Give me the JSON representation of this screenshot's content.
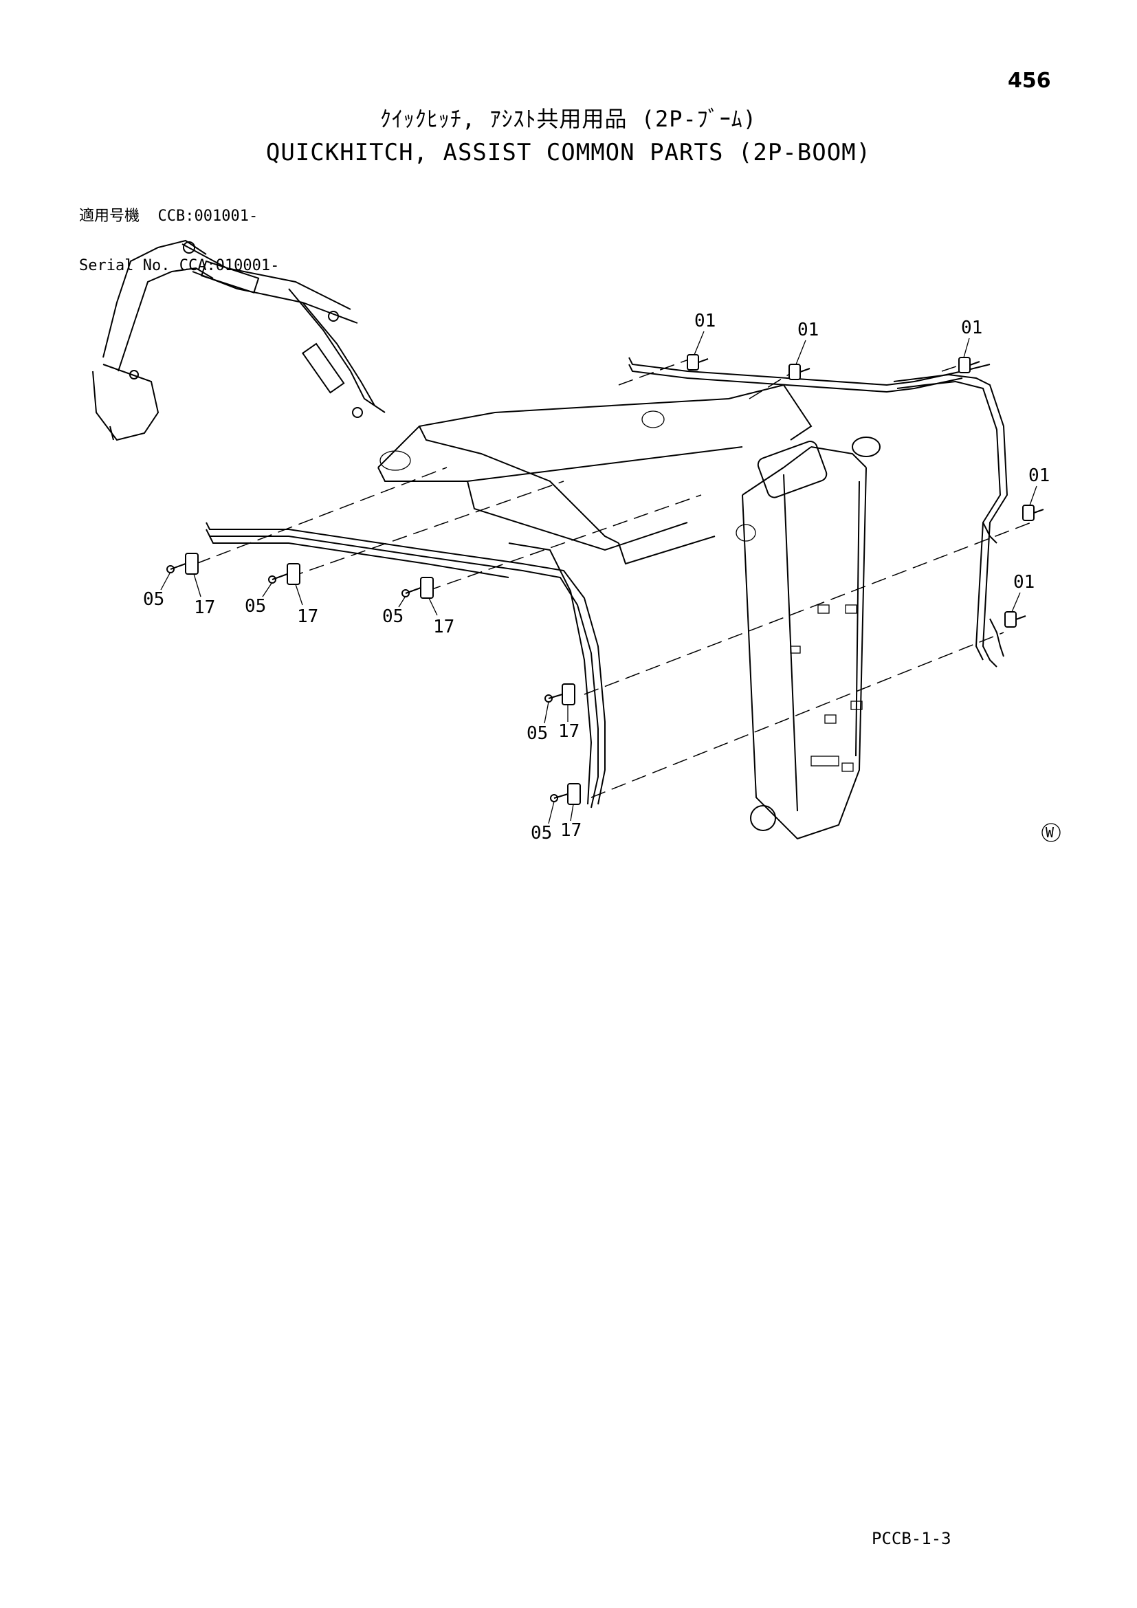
{
  "page_number": "456",
  "title_jp": "ｸｲｯｸﾋｯﾁ, ｱｼｽﾄ共用用品 (2P-ﾌﾞｰﾑ)",
  "title_en": "QUICKHITCH, ASSIST COMMON PARTS (2P-BOOM)",
  "serial": {
    "row1_label": "適用号機",
    "row1_value": "CCB:001001-",
    "row2_label": "Serial No.",
    "row2_value": "CCA:010001-"
  },
  "part_labels": {
    "p01": "01",
    "p05": "05",
    "p17": "17"
  },
  "watermark": "W",
  "doc_code": "PCCB-1-3"
}
